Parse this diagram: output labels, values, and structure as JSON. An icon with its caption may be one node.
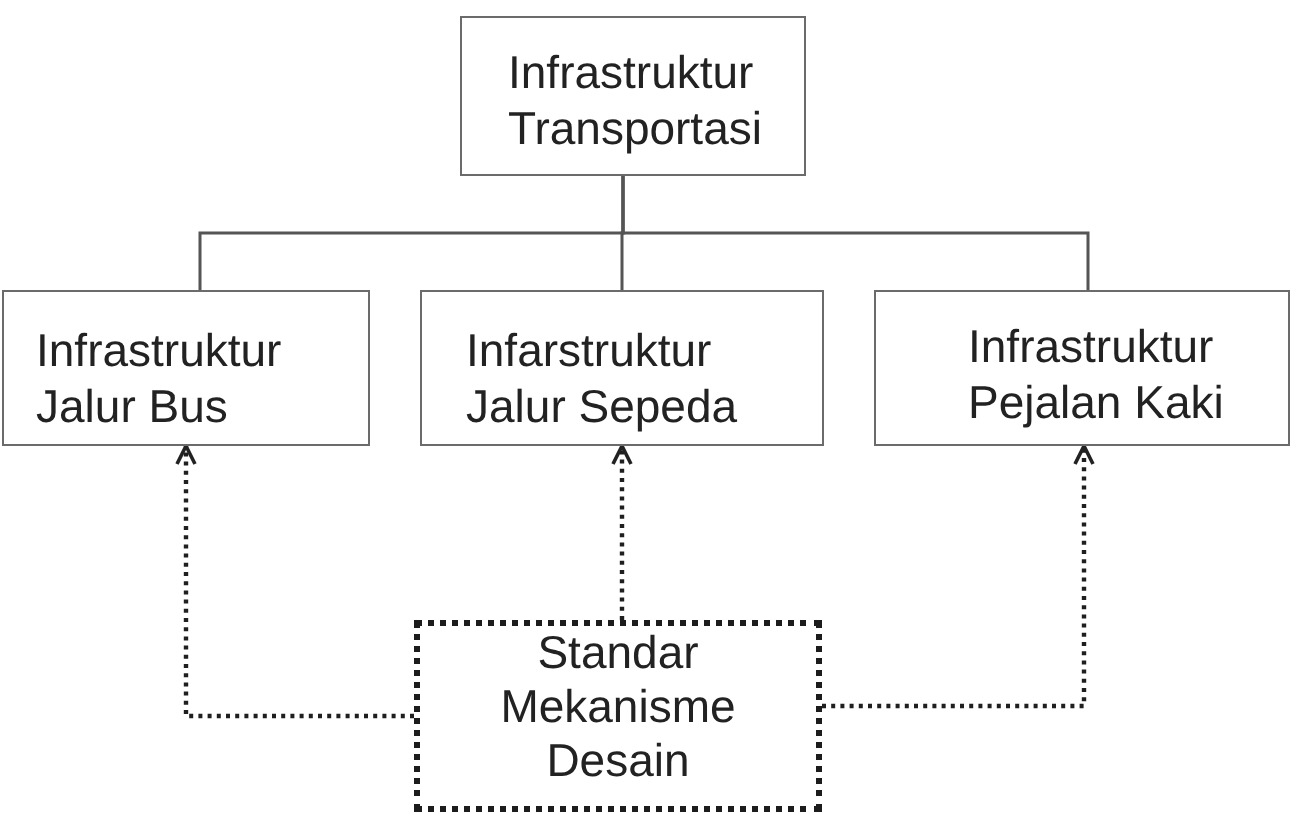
{
  "diagram": {
    "nodes": [
      {
        "text": [
          "Infrastruktur Transportasi"
        ]
      },
      {
        "text": [
          "Infrastruktur Jalur Bus"
        ]
      },
      {
        "text": [
          "Infarstruktur Jalur Sepeda"
        ]
      },
      {
        "text": [
          "Infrastruktur Pejalan Kaki"
        ]
      },
      {
        "text": [
          "Standar Mekanisme Desain"
        ]
      }
    ],
    "edges": [
      {
        "from": 0,
        "to": 1,
        "arrow": "none"
      },
      {
        "from": 0,
        "to": 2,
        "arrow": "none"
      },
      {
        "from": 0,
        "to": 3,
        "arrow": "none"
      },
      {
        "from": 4,
        "to": 1,
        "arrow": "to",
        "style": "dashed"
      },
      {
        "from": 4,
        "to": 2,
        "arrow": "to",
        "style": "dashed"
      },
      {
        "from": 4,
        "to": 3,
        "arrow": "to",
        "style": "dashed"
      }
    ]
  }
}
